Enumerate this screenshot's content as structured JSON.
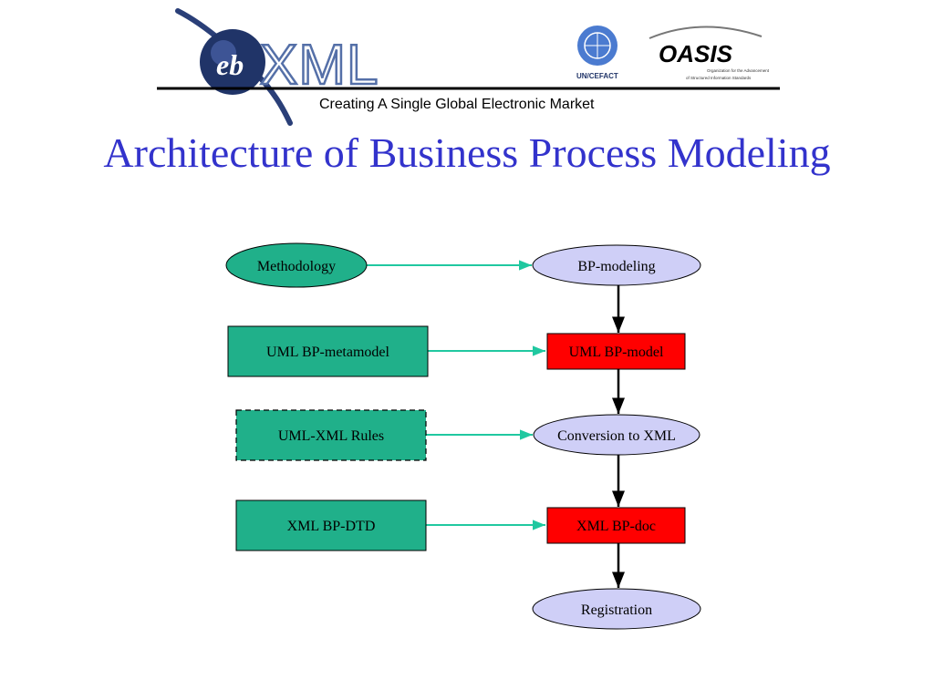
{
  "header": {
    "logo_prefix": "eb",
    "logo_main": "XML",
    "tagline": "Creating A Single Global Electronic Market",
    "partner1": "UN/CEFACT",
    "partner2": "OASIS",
    "partner2_sub1": "Organization for the Advancement",
    "partner2_sub2": "of Structured Information Standards",
    "colors": {
      "logo_blue": "#5570a8",
      "rule": "#000000"
    }
  },
  "title": "Architecture of Business Process Modeling",
  "diagram": {
    "inputs": [
      {
        "label": "Methodology",
        "shape": "ellipse",
        "fill": "#20b08a"
      },
      {
        "label": "UML BP-metamodel",
        "shape": "rect",
        "fill": "#20b08a"
      },
      {
        "label": "UML-XML Rules",
        "shape": "dashed-rect",
        "fill": "#20b08a"
      },
      {
        "label": "XML BP-DTD",
        "shape": "rect",
        "fill": "#20b08a"
      }
    ],
    "chain": [
      {
        "label": "BP-modeling",
        "shape": "ellipse",
        "fill": "#cfcff7"
      },
      {
        "label": "UML BP-model",
        "shape": "rect",
        "fill": "#ff0000"
      },
      {
        "label": "Conversion to XML",
        "shape": "ellipse",
        "fill": "#cfcff7"
      },
      {
        "label": "XML BP-doc",
        "shape": "rect",
        "fill": "#ff0000"
      },
      {
        "label": "Registration",
        "shape": "ellipse",
        "fill": "#cfcff7"
      }
    ],
    "colors": {
      "input_arrow": "#20c8a0",
      "chain_arrow": "#000000"
    }
  }
}
